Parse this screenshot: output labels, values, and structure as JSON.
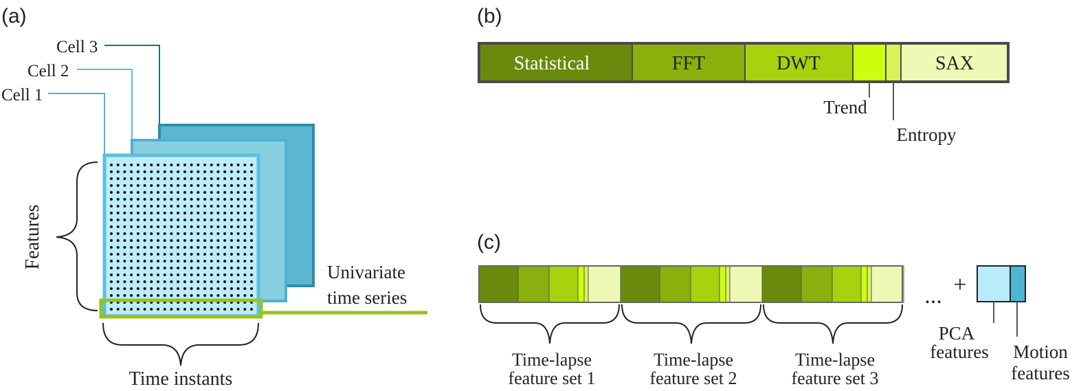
{
  "panel_a": {
    "panel_label": "(a)",
    "cells": [
      {
        "label": "Cell 3",
        "color": "#1f6f85"
      },
      {
        "label": "Cell 2",
        "color": "#5bbfd9"
      },
      {
        "label": "Cell 1",
        "color": "#49b3d1"
      }
    ],
    "axis_features": "Features",
    "axis_time": "Time instants",
    "series_label_line1": "Univariate",
    "series_label_line2": "time series",
    "series_color": "#99c21a"
  },
  "panel_b": {
    "panel_label": "(b)",
    "segments": [
      {
        "label": "Statistical",
        "color": "#6a8a0e"
      },
      {
        "label": "FFT",
        "color": "#8ab00e"
      },
      {
        "label": "DWT",
        "color": "#a8d10e"
      },
      {
        "label": "",
        "color": "#ccff0e"
      },
      {
        "label": "",
        "color": "#d8f25a"
      },
      {
        "label": "SAX",
        "color": "#eef9b5"
      }
    ],
    "callout_trend": "Trend",
    "callout_entropy": "Entropy"
  },
  "panel_c": {
    "panel_label": "(c)",
    "feature_sets": [
      {
        "line1": "Time-lapse",
        "line2": "feature set 1"
      },
      {
        "line1": "Time-lapse",
        "line2": "feature set 2"
      },
      {
        "line1": "Time-lapse",
        "line2": "feature set 3"
      }
    ],
    "ellipsis": "...",
    "plus": "+",
    "pca_line1": "PCA",
    "pca_line2": "features",
    "pca_color": "#b8ecfb",
    "motion_line1": "Motion",
    "motion_line2": "features",
    "motion_color": "#4fb5d3"
  }
}
